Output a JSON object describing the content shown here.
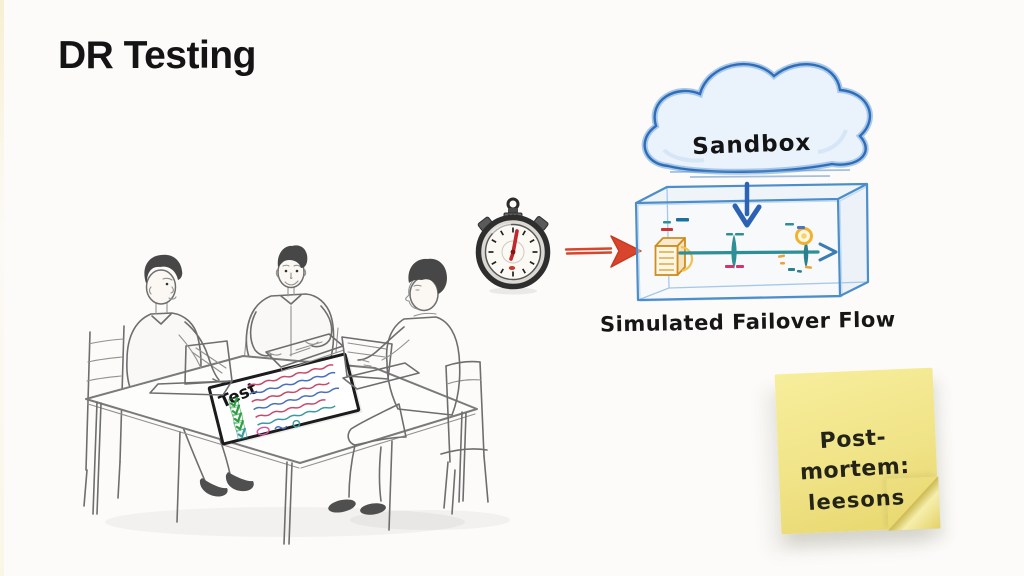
{
  "page": {
    "title": "DR Testing",
    "background": "#fcfbf9"
  },
  "sandbox": {
    "cloud_label": "Sandbox",
    "caption": "Simulated Failover Flow",
    "cloud_stroke": "#2f6db8",
    "cloud_fill": "#e9f2fc",
    "box_stroke": "#4c8ecb",
    "down_arrow_color": "#2b62b5",
    "flow_color": "#2e8f96",
    "server_color": "#cf8c1f",
    "alert_color": "#f0b232"
  },
  "stopwatch": {
    "hand_color": "#c1272d",
    "case_color": "#2e2e2e",
    "face_color": "#fbf9f4"
  },
  "trigger": {
    "arrow_color": "#d9452c"
  },
  "team_scene": {
    "people_count": "3",
    "sketch_color": "#6e6e6e",
    "document": {
      "title": "Test",
      "check_color": "#2f9e44",
      "line_colors": [
        "#c74a6a",
        "#4a6fc0",
        "#c74a6a",
        "#4a6fc0",
        "#c74a6a",
        "#3a9aa0"
      ]
    }
  },
  "sticky_note": {
    "line1": "Post-mortem:",
    "line2": "leesons",
    "fill": "#f0e387",
    "text_color": "#232318"
  }
}
